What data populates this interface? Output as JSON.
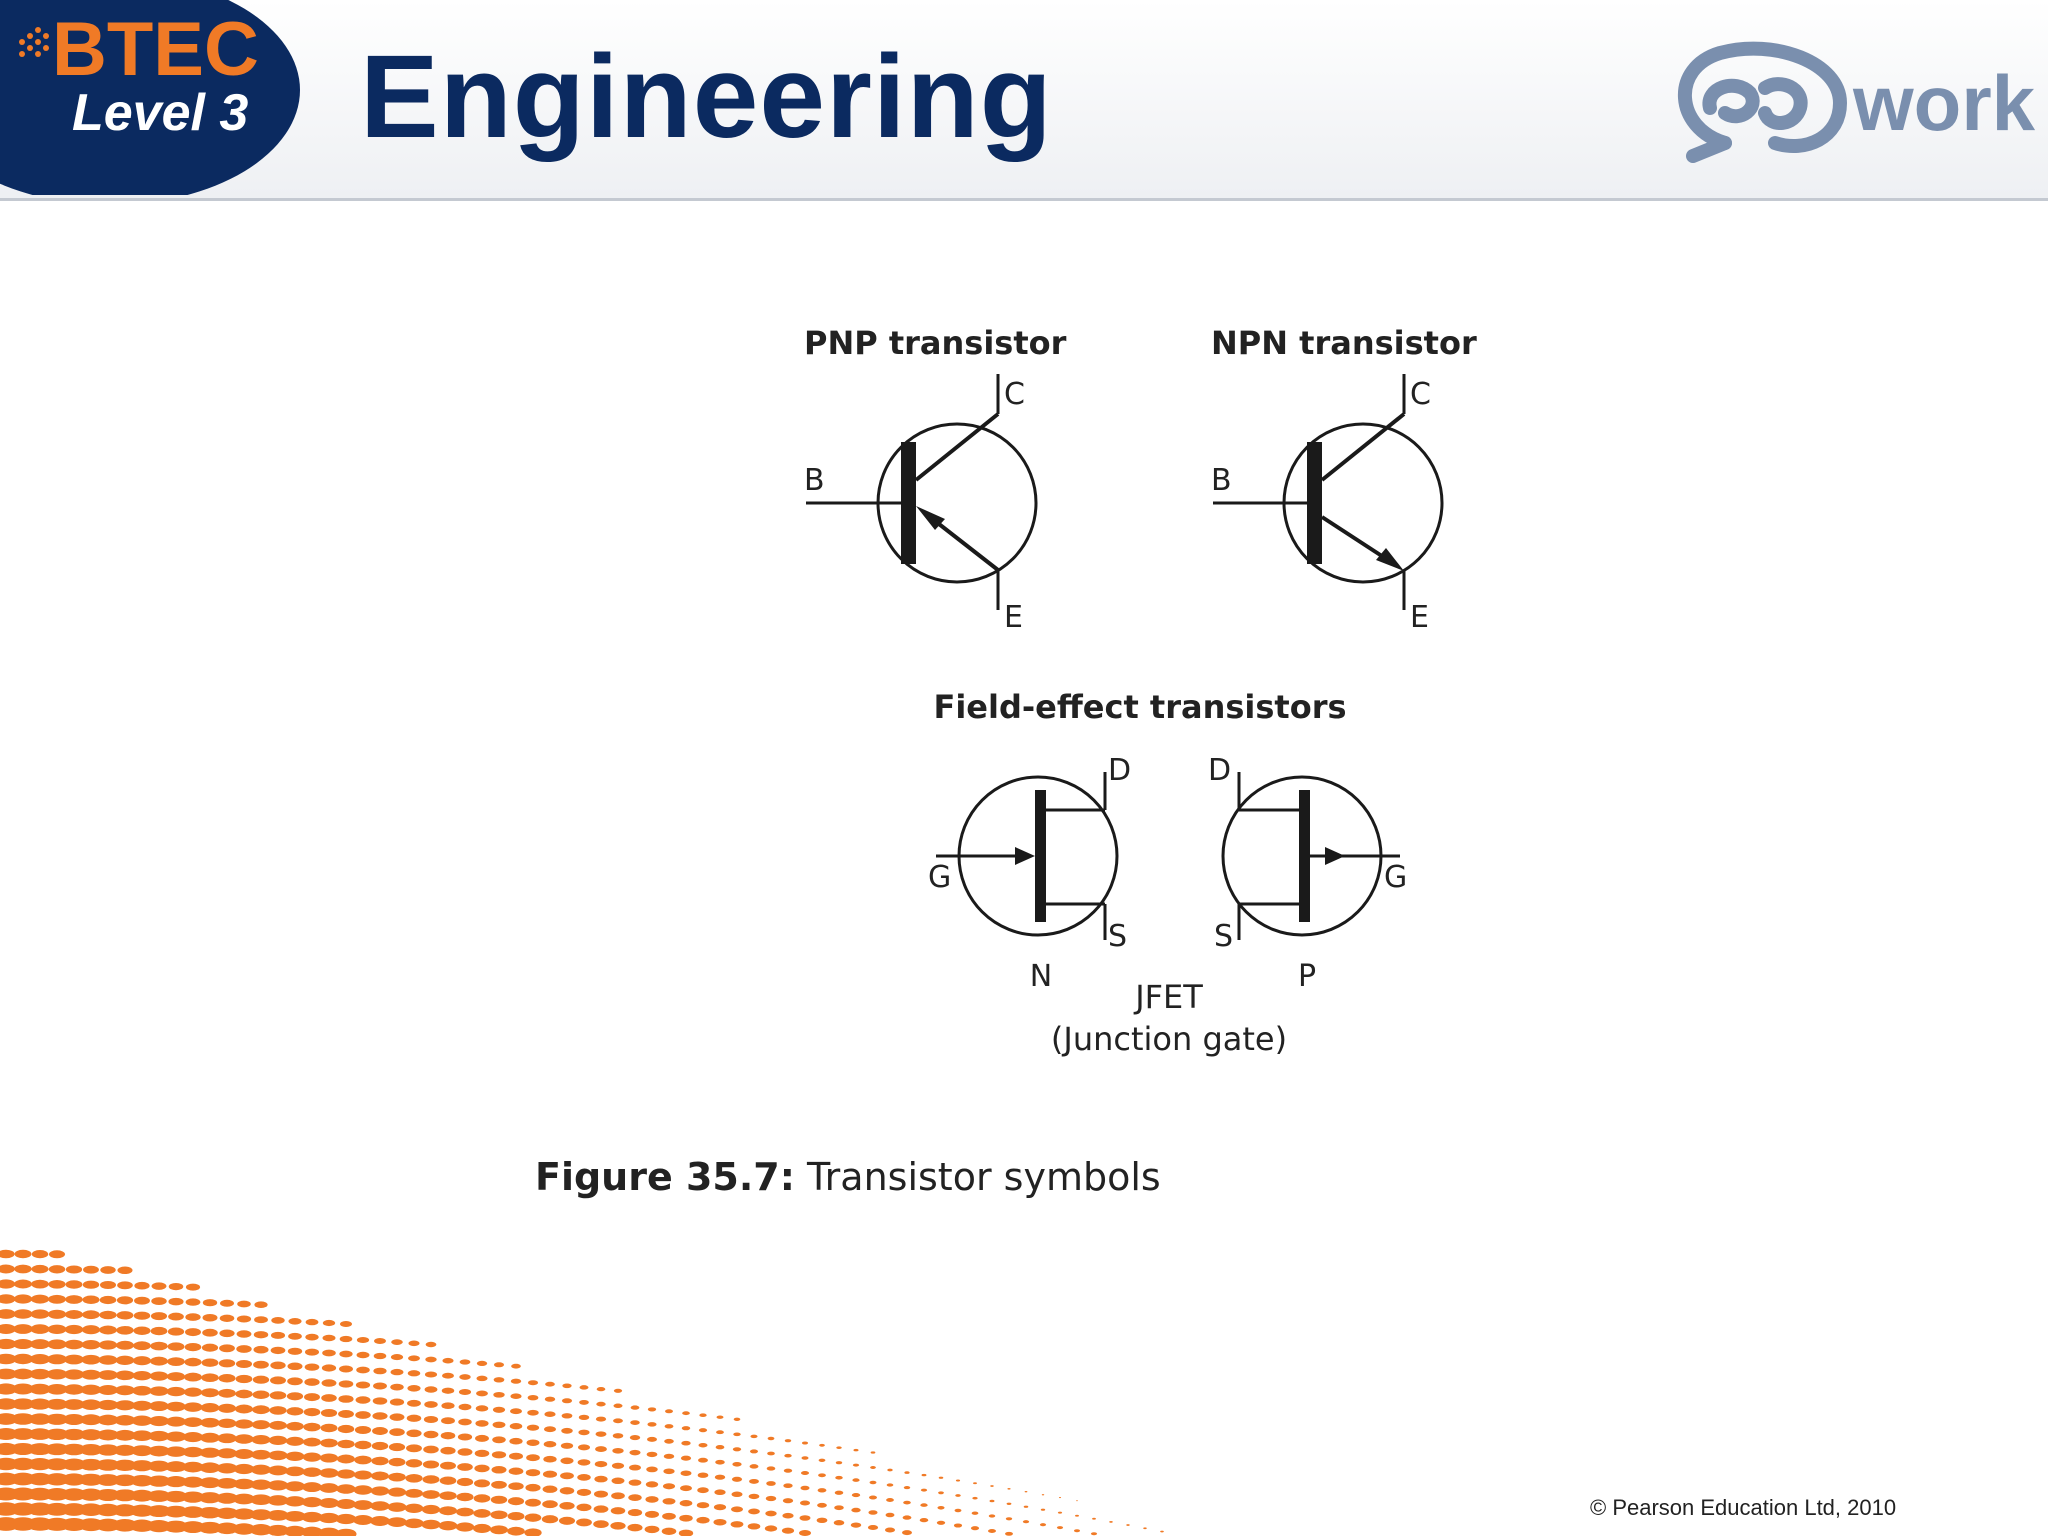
{
  "header": {
    "badge_top": "BTEC",
    "badge_bottom": "Level 3",
    "title": "Engineering",
    "logo_text": "work"
  },
  "diagram": {
    "pnp_title": "PNP transistor",
    "npn_title": "NPN transistor",
    "bjt_base": "B",
    "bjt_collector": "C",
    "bjt_emitter": "E",
    "fet_title": "Field-effect transistors",
    "fet_gate": "G",
    "fet_drain": "D",
    "fet_source": "S",
    "n_label": "N",
    "p_label": "P",
    "jfet_label": "JFET",
    "jfet_sub": "(Junction gate)"
  },
  "caption": {
    "figure": "Figure 35.7:",
    "text": "Transistor symbols"
  },
  "footer": {
    "copyright": "© Pearson Education Ltd, 2010"
  },
  "colors": {
    "navy": "#0b2a60",
    "orange": "#f07a26",
    "logo_grey": "#7a8fae"
  }
}
